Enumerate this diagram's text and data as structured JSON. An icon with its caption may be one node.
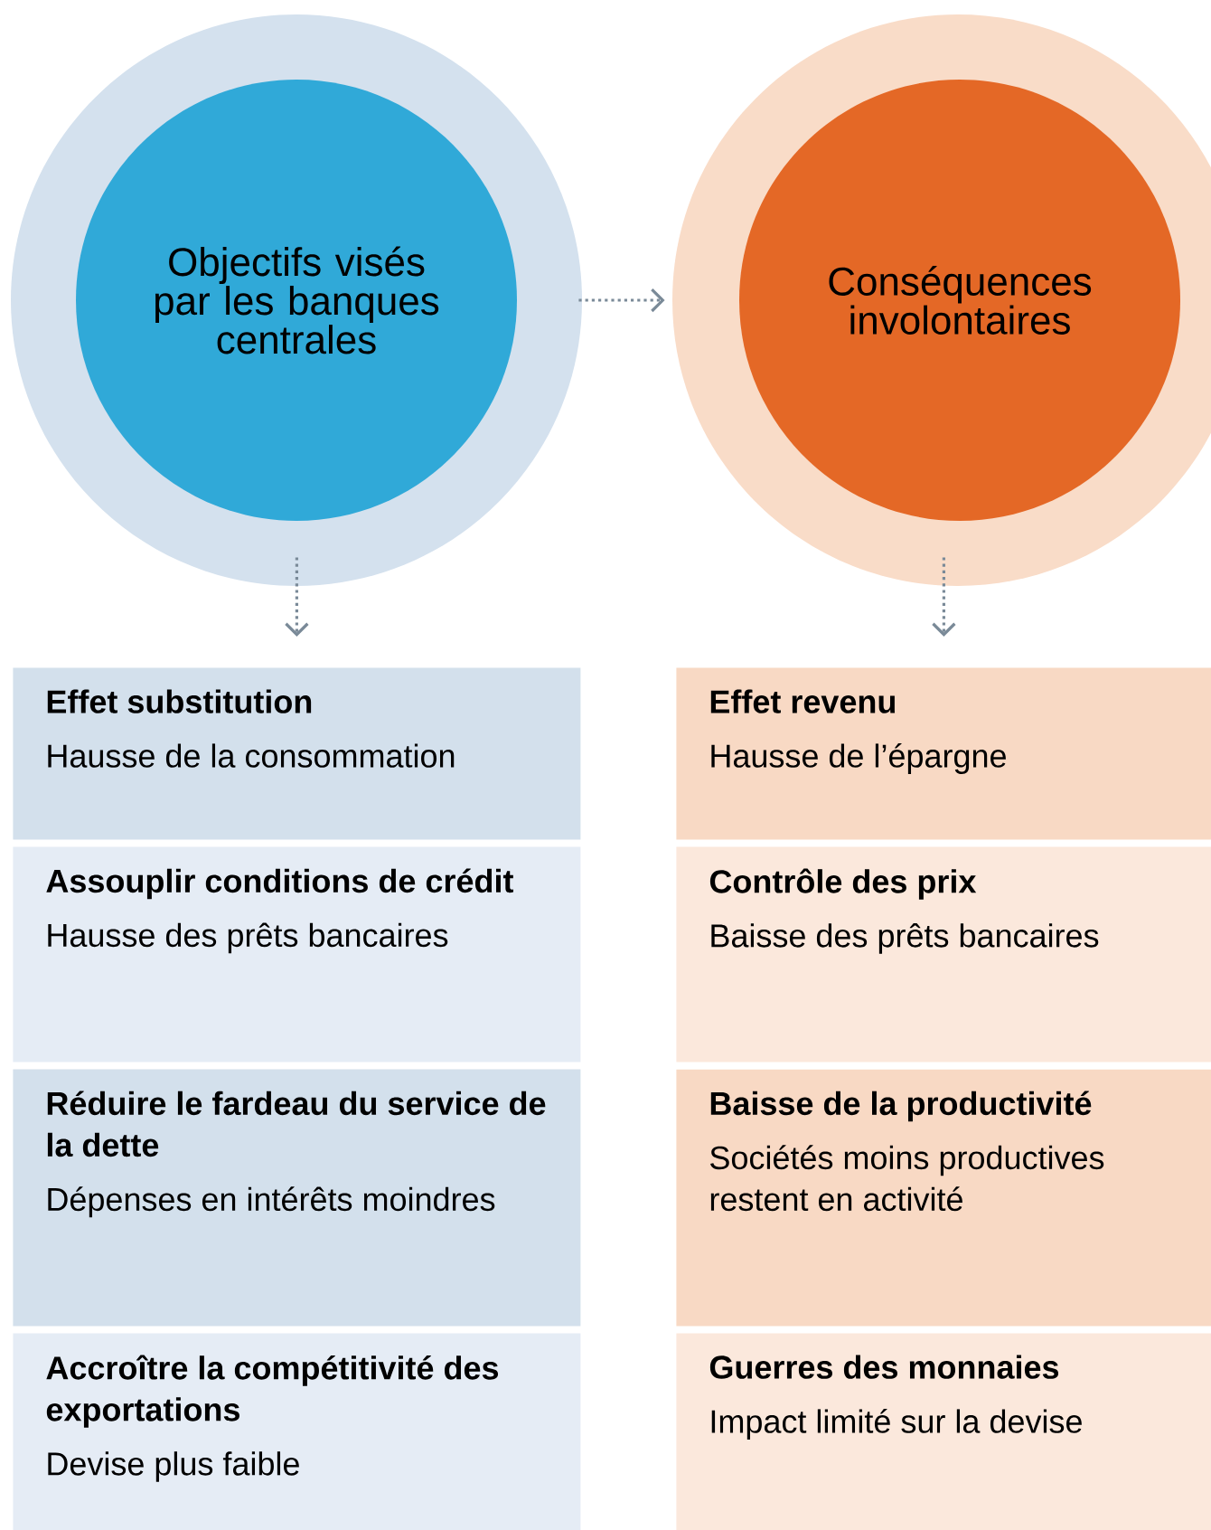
{
  "diagram": {
    "nodes": [
      {
        "text": [],
        "shape": "circle"
      },
      {
        "text": [
          "Objectifs visés par les banques centrales"
        ],
        "in": 0
      },
      {
        "text": [],
        "shape": "circle"
      },
      {
        "text": [
          "Conséquences involontaires"
        ],
        "in": 2
      },
      {
        "text": [
          "Effet substitution",
          "Hausse de la consommation"
        ]
      },
      {
        "text": [
          "Assouplir conditions de crédit",
          "Hausse des prêts bancaires"
        ]
      },
      {
        "text": [
          "Réduire le fardeau du service de la dette",
          "Dépenses en intérêts moindres"
        ]
      },
      {
        "text": [
          "Accroître la compétitivité des exportations",
          "Devise plus faible"
        ]
      },
      {
        "text": [
          "Effet revenu",
          "Hausse de l’épargne"
        ]
      },
      {
        "text": [
          "Contrôle des prix",
          "Baisse des prêts bancaires"
        ]
      },
      {
        "text": [
          "Baisse de la productivité",
          "Sociétés moins productives restent en activité"
        ]
      },
      {
        "text": [
          "Guerres des monnaies",
          "Impact limité sur la devise"
        ]
      }
    ],
    "edges": [
      {
        "from": 0,
        "to": 2,
        "arrow": "to",
        "style": "dashed"
      },
      {
        "from": 0,
        "to": 4,
        "arrow": "to",
        "style": "dashed"
      },
      {
        "from": 2,
        "to": 8,
        "arrow": "to",
        "style": "dashed"
      }
    ]
  }
}
